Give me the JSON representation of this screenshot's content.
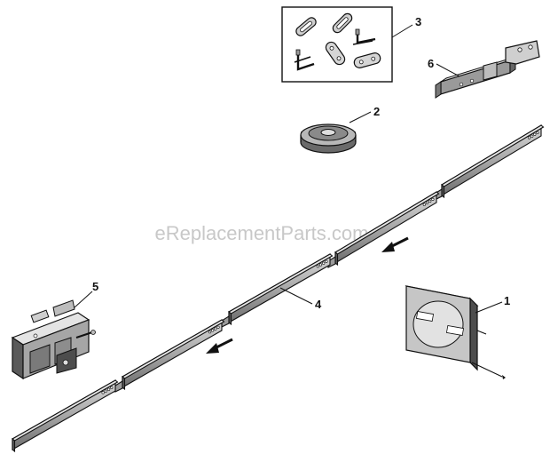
{
  "watermark": "eReplacementParts.com",
  "callouts": {
    "p1": "1",
    "p2": "2",
    "p3": "3",
    "p4": "4",
    "p5": "5",
    "p6": "6"
  },
  "colors": {
    "line": "#111111",
    "metal": "#b9b9b9",
    "shade": "#777777",
    "light": "#e2e2e2",
    "paper": "#ffffff",
    "watermark": "#c8c8c8"
  }
}
